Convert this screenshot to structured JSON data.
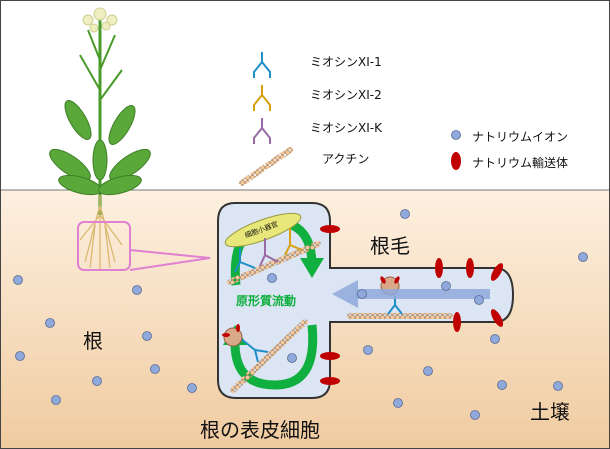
{
  "legend": {
    "myosin1": "ミオシンXI-1",
    "myosin2": "ミオシンXI-2",
    "myosinK": "ミオシンXI-K",
    "actin": "アクチン",
    "sodium_ion": "ナトリウムイオン",
    "sodium_transporter": "ナトリウム輸送体"
  },
  "labels": {
    "root": "根",
    "root_hair": "根毛",
    "epidermal_cell": "根の表皮細胞",
    "soil": "土壌",
    "streaming": "原形質流動",
    "organelle": "細胞小器官"
  },
  "colors": {
    "myosin1": "#1f8fc8",
    "myosin2": "#d8a010",
    "myosinK": "#9a6aa8",
    "ion": "#8fa9dc",
    "transporter": "#c00000",
    "streaming": "#10b040",
    "soil_top": "#fbe9d3",
    "soil_bottom": "#f0cba0"
  }
}
